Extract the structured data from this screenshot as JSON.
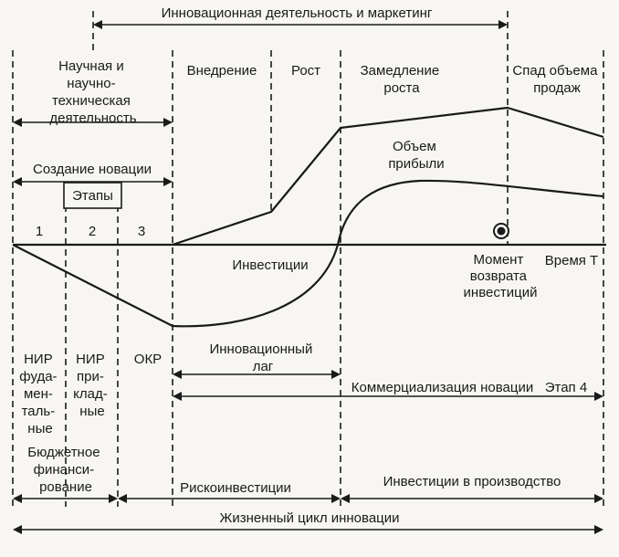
{
  "diagram": {
    "top_span": "Инновационная деятельность и маркетинг",
    "phases": {
      "science": [
        "Научная и",
        "научно-",
        "техническая",
        "деятельность"
      ],
      "implementation": "Внедрение",
      "growth": "Рост",
      "slowdown": [
        "Замедление",
        "роста"
      ],
      "decline": [
        "Спад объема",
        "продаж"
      ]
    },
    "creation": "Создание новации",
    "stages_box": "Этапы",
    "stage_numbers": [
      "1",
      "2",
      "3"
    ],
    "curves": {
      "profit": [
        "Объем",
        "прибыли"
      ],
      "investments": "Инвестиции"
    },
    "payback": [
      "Момент",
      "возврата",
      "инвестиций"
    ],
    "time_axis": "Время Т",
    "lag": [
      "Инновационный",
      "лаг"
    ],
    "commercialization": "Коммерциализация новации   Этап 4",
    "activities": {
      "fundamental": [
        "НИР",
        "фуда-",
        "мен-",
        "таль-",
        "ные"
      ],
      "applied": [
        "НИР",
        "при-",
        "клад-",
        "ные"
      ],
      "okr": "ОКР"
    },
    "budget": [
      "Бюджетное",
      "финанси-",
      "рование"
    ],
    "risk_investments": "Рискоинвестиции",
    "production_investments": "Инвестиции в производство",
    "life_cycle": "Жизненный цикл инновации"
  }
}
